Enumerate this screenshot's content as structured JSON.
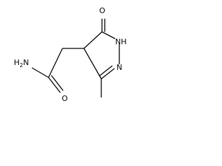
{
  "molecule": {
    "atoms": {
      "ring_oxygen": "O",
      "ring_nh": "NH",
      "ring_n": "N",
      "amide_n_main": "H",
      "amide_n_sub": "2",
      "amide_n_tail": "N",
      "amide_oxygen": "O"
    },
    "colors": {
      "bond": "#000000",
      "text": "#000000",
      "background": "#ffffff"
    }
  }
}
